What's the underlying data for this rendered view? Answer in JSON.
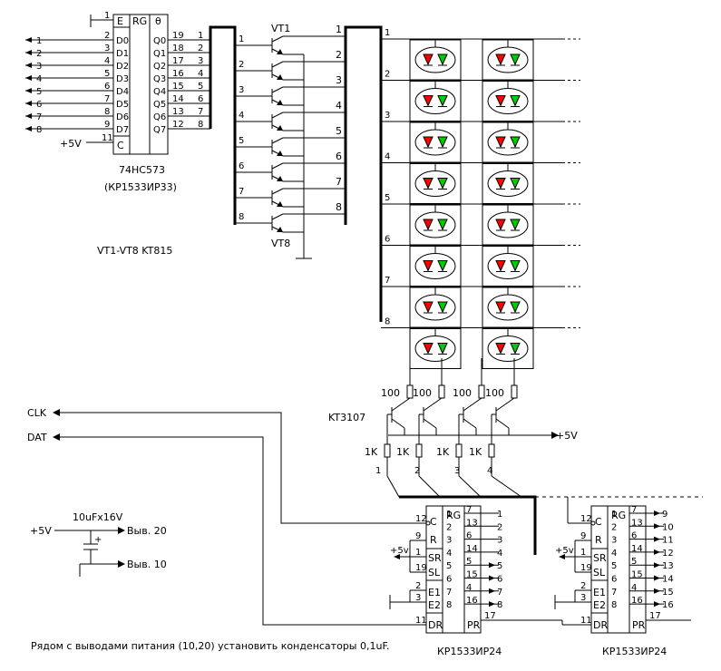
{
  "latch": {
    "part": "74HC573",
    "part_alt": "(КР1533ИР33)",
    "hdr_left": "E",
    "hdr_mid": "RG",
    "hdr_right": "θ",
    "inputs": [
      {
        "pin": "2",
        "name": "D0"
      },
      {
        "pin": "3",
        "name": "D1"
      },
      {
        "pin": "4",
        "name": "D2"
      },
      {
        "pin": "5",
        "name": "D3"
      },
      {
        "pin": "6",
        "name": "D4"
      },
      {
        "pin": "7",
        "name": "D5"
      },
      {
        "pin": "8",
        "name": "D6"
      },
      {
        "pin": "9",
        "name": "D7"
      }
    ],
    "outputs": [
      {
        "pin": "19",
        "name": "Q0"
      },
      {
        "pin": "18",
        "name": "Q1"
      },
      {
        "pin": "17",
        "name": "Q2"
      },
      {
        "pin": "16",
        "name": "Q3"
      },
      {
        "pin": "15",
        "name": "Q4"
      },
      {
        "pin": "14",
        "name": "Q5"
      },
      {
        "pin": "13",
        "name": "Q6"
      },
      {
        "pin": "12",
        "name": "Q7"
      }
    ],
    "e_pin": "1",
    "c_pin": "11",
    "c_name": "C",
    "c_supply": "+5V",
    "bus_numbers": [
      "1",
      "2",
      "3",
      "4",
      "5",
      "6",
      "7",
      "8"
    ],
    "line_numbers": [
      "1",
      "2",
      "3",
      "4",
      "5",
      "6",
      "7",
      "8"
    ]
  },
  "drivers": {
    "first_label": "VT1",
    "last_label": "VT8",
    "type_label": "VT1-VT8  KT815",
    "left_numbers": [
      "1",
      "2",
      "3",
      "4",
      "5",
      "6",
      "7",
      "8"
    ],
    "right_numbers": [
      "1",
      "2",
      "3",
      "4",
      "5",
      "6",
      "7",
      "8"
    ]
  },
  "matrix": {
    "row_numbers": [
      "1",
      "2",
      "3",
      "4",
      "5",
      "6",
      "7",
      "8"
    ],
    "columns": 2,
    "led_colors": {
      "red": "#ff0000",
      "green": "#00cc00"
    }
  },
  "column_driver": {
    "transistor_label": "KT3107",
    "supply_label": "+5V",
    "top_resistors": [
      "100",
      "100",
      "100",
      "100"
    ],
    "base_resistors": [
      "1K",
      "1K",
      "1K",
      "1K"
    ],
    "column_numbers": [
      "1",
      "2",
      "3",
      "4"
    ]
  },
  "signals": {
    "clk": "CLK",
    "dat": "DAT"
  },
  "capacitor": {
    "value": "10uFx16V",
    "supply": "+5V",
    "polarity": "+",
    "pin20_label": "Выв. 20",
    "pin10_label": "Выв. 10"
  },
  "shift_registers": [
    {
      "part": "КР1533ИР24",
      "labels": {
        "c": "C",
        "r": "R",
        "sr": "SR",
        "sl": "SL",
        "e1": "E1",
        "e2": "E2",
        "dr": "DR",
        "pr": "PR",
        "rg": "RG",
        "supply": "+5v"
      },
      "left_pins": {
        "c": "12",
        "r": "9",
        "sr": "1",
        "sl": "19",
        "e1": "2",
        "e2": "3",
        "dr": "11"
      },
      "out_nums": [
        "1",
        "2",
        "3",
        "4",
        "5",
        "6",
        "7",
        "8"
      ],
      "out_pins": [
        "7",
        "13",
        "6",
        "14",
        "5",
        "15",
        "4",
        "16"
      ],
      "pr_pin": "17",
      "ext_labels": [
        "1",
        "2",
        "3",
        "4",
        "5",
        "6",
        "7",
        "8"
      ]
    },
    {
      "part": "КР1533ИР24",
      "labels": {
        "c": "C",
        "r": "R",
        "sr": "SR",
        "sl": "SL",
        "e1": "E1",
        "e2": "E2",
        "dr": "DR",
        "pr": "PR",
        "rg": "RG",
        "supply": "+5v"
      },
      "left_pins": {
        "c": "12",
        "r": "9",
        "sr": "1",
        "sl": "19",
        "e1": "2",
        "e2": "3",
        "dr": "11"
      },
      "out_nums": [
        "1",
        "2",
        "3",
        "4",
        "5",
        "6",
        "7",
        "8"
      ],
      "out_pins": [
        "7",
        "13",
        "6",
        "14",
        "5",
        "15",
        "4",
        "16"
      ],
      "pr_pin": "17",
      "ext_labels": [
        "9",
        "10",
        "11",
        "12",
        "13",
        "14",
        "15",
        "16"
      ]
    }
  ],
  "note": "Рядом с выводами питания (10,20) установить конденсаторы 0,1uF."
}
